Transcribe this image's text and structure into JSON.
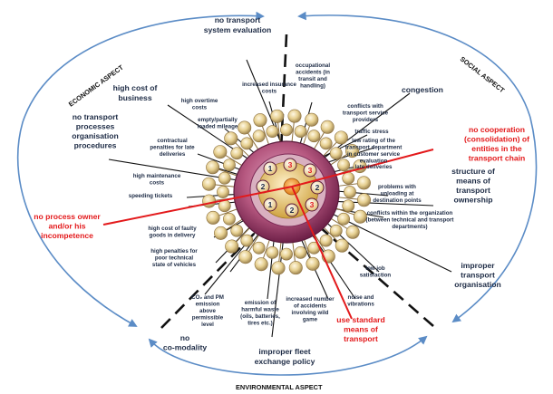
{
  "aspects": {
    "economic": "ECONOMIC ASPECT",
    "social": "SOCIAL ASPECT",
    "environmental": "ENVIRONMENTAL ASPECT"
  },
  "labels": {
    "no_transport_system_evaluation": [
      "no transport",
      "system evaluation"
    ],
    "increased_insurance_costs": [
      "increased insurance",
      "costs"
    ],
    "occupational_accidents": [
      "occupational",
      "accidents (in",
      "transit and",
      "handling)"
    ],
    "high_cost_of_business": [
      "high cost of",
      "business"
    ],
    "high_overtime_costs": [
      "high overtime",
      "costs"
    ],
    "congestion": [
      "congestion"
    ],
    "conflicts_with_providers": [
      "conflicts with",
      "transport service",
      "providers"
    ],
    "traffic_stress": [
      "traffic stress"
    ],
    "empty_loaded_mileage": [
      "empty/partially",
      "loaded mileage"
    ],
    "no_transport_processes": [
      "no transport",
      "processes",
      "organisation",
      "procedures"
    ],
    "contractual_penalties": [
      "contractual",
      "penalties for late",
      "deliveries"
    ],
    "low_rating": [
      "low rating of the",
      "transport department",
      "in customer service",
      "evaluation"
    ],
    "high_maintenance_costs": [
      "high maintenance",
      "costs"
    ],
    "late_deliveries": [
      "late deliveries"
    ],
    "structure_of_means": [
      "structure of",
      "means of",
      "transport",
      "ownership"
    ],
    "problems_with_unloading": [
      "problems with",
      "unloading at",
      "destination points"
    ],
    "speeding_tickets": [
      "speeding tickets"
    ],
    "conflicts_within": [
      "conflicts within the organization",
      "(between technical and transport",
      "departments)"
    ],
    "high_cost_faulty_goods": [
      "high cost of faulty",
      "goods in delivery"
    ],
    "high_penalties": [
      "high penalties for",
      "poor technical",
      "state of vehicles"
    ],
    "low_job_satisfaction": [
      "low job",
      "satisfaction"
    ],
    "improper_transport_organisation": [
      "improper",
      "transport",
      "organisation"
    ],
    "co2_emission": [
      "CO₂ and PM",
      "emission",
      "above",
      "permissible",
      "level"
    ],
    "emission_harmful_waste": [
      "emission of",
      "harmful waste",
      "(oils, batteries,",
      "tires etc.)"
    ],
    "increased_accidents_wild_game": [
      "increased number",
      "of accidents",
      "involving wild",
      "game"
    ],
    "noise_and_vibrations": [
      "noise and",
      "vibrations"
    ],
    "no_co_modality": [
      "no",
      "co-modality"
    ],
    "improper_fleet_exchange": [
      "improper fleet",
      "exchange policy"
    ]
  },
  "red_labels": {
    "no_cooperation": [
      "no cooperation",
      "(consolidation) of",
      "entities in the",
      "transport chain"
    ],
    "no_process_owner": [
      "no process owner",
      "and/or his",
      "incompetence"
    ],
    "use_standard_means": [
      "use standard",
      "means of",
      "transport"
    ]
  },
  "cell_numbers": {
    "top_left": "1",
    "top_right": "3",
    "right_upper": "3",
    "right_mid": "2",
    "right_lower": "3",
    "bottom": "2",
    "left_lower": "1",
    "left_mid": "2"
  },
  "colors": {
    "arrow_blue": "#5b8cc6",
    "red_accent": "#e3191b",
    "cell_outer": "#7d2a57",
    "ball_gold": "#e9d08a",
    "text_dark": "#1d2b45"
  }
}
